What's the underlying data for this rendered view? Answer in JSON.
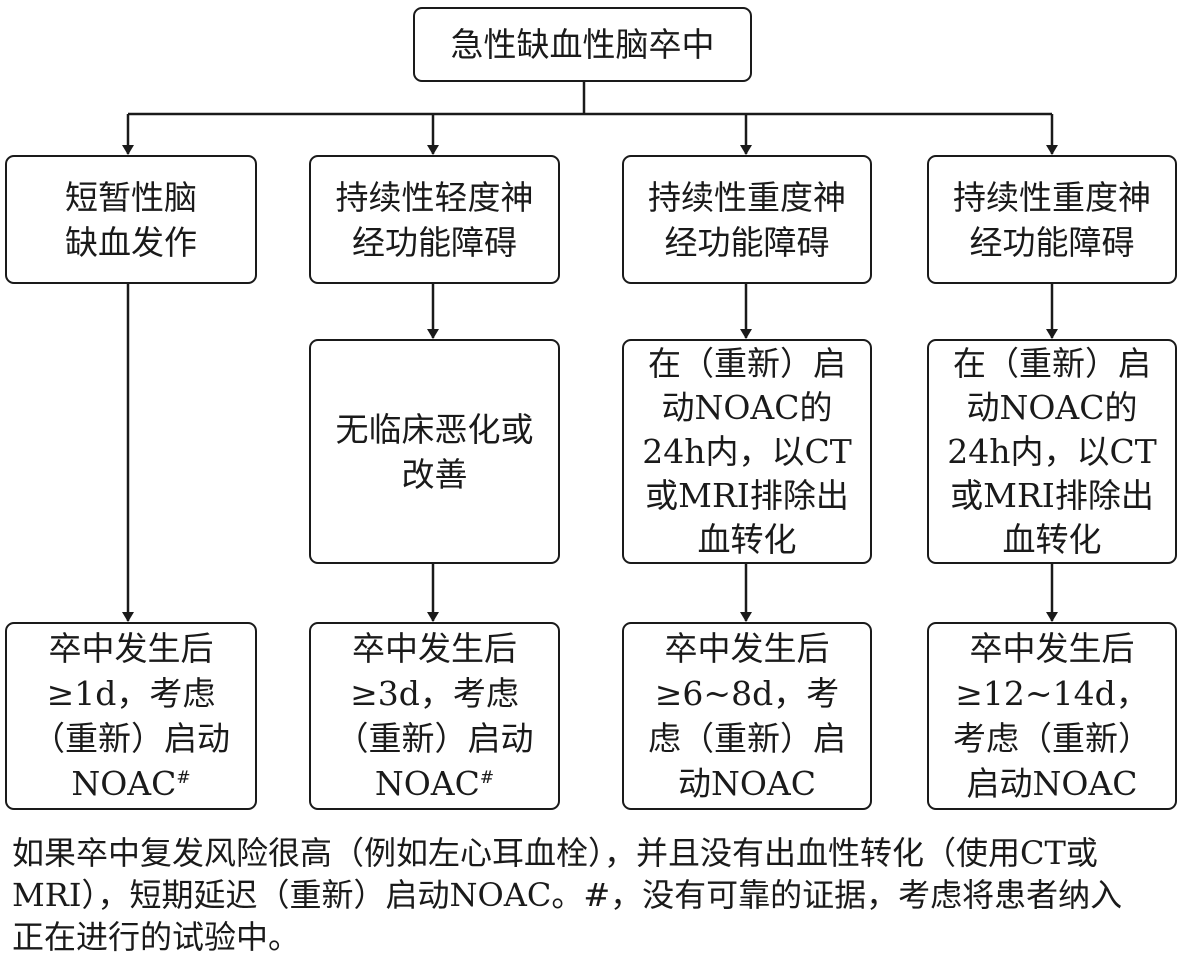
{
  "diagram": {
    "root": {
      "lines": [
        "急性缺血性脑卒中"
      ]
    },
    "columns": [
      {
        "category": {
          "lines": [
            "短暂性脑",
            "缺血发作"
          ]
        },
        "middle": null,
        "outcome": {
          "lines": [
            "卒中发生后",
            "≥1d，考虑",
            "（重新）启动"
          ],
          "last_text": "NOAC",
          "last_mark": "#"
        }
      },
      {
        "category": {
          "lines": [
            "持续性轻度神",
            "经功能障碍"
          ]
        },
        "middle": {
          "lines": [
            "无临床恶化或",
            "改善"
          ]
        },
        "outcome": {
          "lines": [
            "卒中发生后",
            "≥3d，考虑",
            "（重新）启动"
          ],
          "last_text": "NOAC",
          "last_mark": "#"
        }
      },
      {
        "category": {
          "lines": [
            "持续性重度神",
            "经功能障碍"
          ]
        },
        "middle": {
          "lines": [
            "在（重新）启",
            "动NOAC的",
            "24h内，以CT",
            "或MRI排除出",
            "血转化"
          ]
        },
        "outcome": {
          "lines": [
            "卒中发生后",
            "≥6~8d，考",
            "虑（重新）启",
            "动NOAC"
          ]
        }
      },
      {
        "category": {
          "lines": [
            "持续性重度神",
            "经功能障碍"
          ]
        },
        "middle": {
          "lines": [
            "在（重新）启",
            "动NOAC的",
            "24h内，以CT",
            "或MRI排除出",
            "血转化"
          ]
        },
        "outcome": {
          "lines": [
            "卒中发生后",
            "≥12~14d，",
            "考虑（重新）",
            "启动NOAC"
          ]
        }
      }
    ]
  },
  "footnote": {
    "lines": [
      "如果卒中复发风险很高（例如左心耳血栓），并且没有出血性转化（使用CT或",
      "MRI），短期延迟（重新）启动NOAC。#，没有可靠的证据，考虑将患者纳入",
      "正在进行的试验中。"
    ]
  }
}
